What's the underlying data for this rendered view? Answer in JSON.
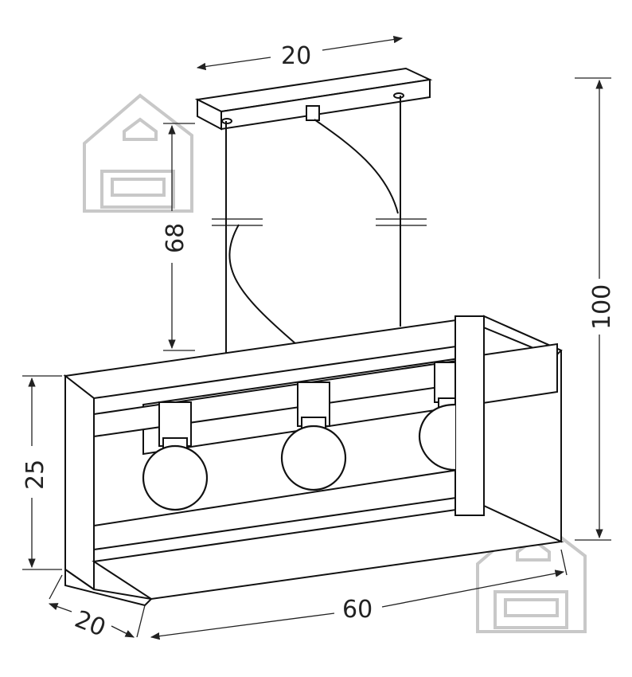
{
  "dimensions": {
    "canopy_width": "20",
    "cable_length": "68",
    "total_height": "100",
    "body_height": "25",
    "body_depth": "20",
    "body_length": "60"
  },
  "colors": {
    "line": "#111111",
    "watermark": "#c8c8c8",
    "background": "#ffffff"
  },
  "icons": [
    "house-sofa-watermark-icon",
    "bulb-icon"
  ]
}
